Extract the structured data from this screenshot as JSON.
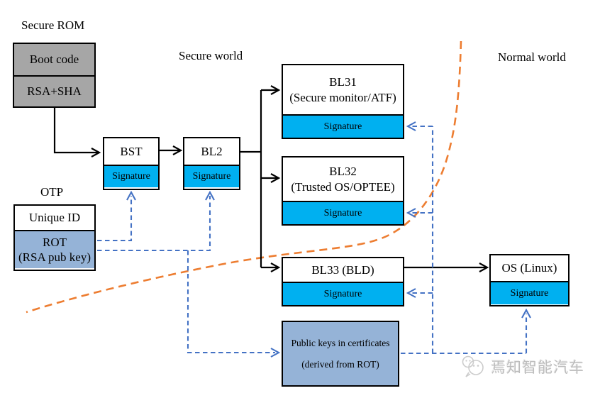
{
  "diagram": {
    "labels": {
      "secure_rom": "Secure ROM",
      "secure_world": "Secure world",
      "normal_world": "Normal world",
      "otp": "OTP"
    },
    "boxes": {
      "secure_rom": {
        "row1": "Boot code",
        "row2": "RSA+SHA"
      },
      "bst": {
        "title": "BST",
        "signature": "Signature"
      },
      "bl2": {
        "title": "BL2",
        "signature": "Signature"
      },
      "bl31": {
        "title": "BL31",
        "subtitle": "(Secure monitor/ATF)",
        "signature": "Signature"
      },
      "bl32": {
        "title": "BL32",
        "subtitle": "(Trusted OS/OPTEE)",
        "signature": "Signature"
      },
      "bl33": {
        "title": "BL33 (BLD)",
        "signature": "Signature"
      },
      "os": {
        "title": "OS (Linux)",
        "signature": "Signature"
      },
      "otp": {
        "row1": "Unique ID",
        "row2_line1": "ROT",
        "row2_line2": "(RSA pub key)"
      },
      "public_keys": {
        "line1": "Public keys in certificates",
        "line2": "(derived from ROT)"
      }
    },
    "watermark": {
      "text": "焉知智能汽车"
    },
    "colors": {
      "signature_cyan": "#00b0f0",
      "rot_light_blue": "#95b3d7",
      "rom_gray": "#a6a6a6",
      "chain_dashed_blue": "#4472c4",
      "world_boundary_orange": "#ed7d31"
    }
  }
}
